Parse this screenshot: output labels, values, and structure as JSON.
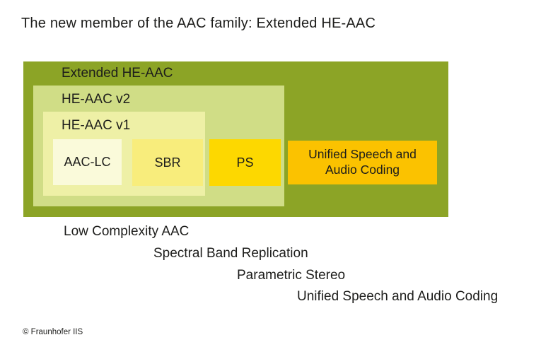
{
  "slide": {
    "title": "The new member of the AAC family: Extended HE-AAC",
    "footer": "© Fraunhofer IIS"
  },
  "diagram": {
    "extended_he_aac": {
      "label": "Extended HE-AAC"
    },
    "he_aac_v2": {
      "label": "HE-AAC v2"
    },
    "he_aac_v1": {
      "label": "HE-AAC v1"
    },
    "aac_lc": {
      "label": "AAC-LC"
    },
    "sbr": {
      "label": "SBR"
    },
    "ps": {
      "label": "PS"
    },
    "usac": {
      "label": "Unified Speech and Audio Coding"
    }
  },
  "colors": {
    "extended_he_aac": "#8CA426",
    "he_aac_v2": "#D0DD86",
    "he_aac_v1": "#EEF0A6",
    "aac_lc": "#FAFADA",
    "sbr": "#F8ED7C",
    "ps": "#FDD800",
    "usac": "#FBC200",
    "text": "#1D1D1B"
  },
  "legend": {
    "items": [
      "Low Complexity AAC",
      "Spectral Band Replication",
      "Parametric Stereo",
      "Unified Speech and Audio Coding"
    ]
  }
}
